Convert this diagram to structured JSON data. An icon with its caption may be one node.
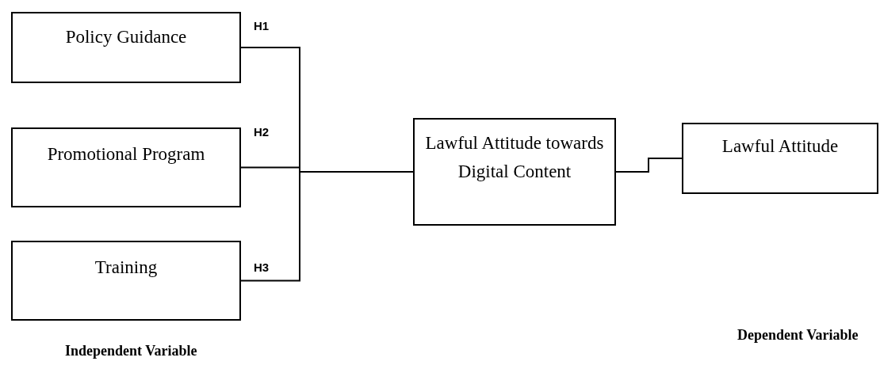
{
  "diagram": {
    "nodes": [
      {
        "text": [
          "Policy Guidance"
        ]
      },
      {
        "text": [
          "Promotional Program"
        ]
      },
      {
        "text": [
          "Training"
        ]
      },
      {
        "text": [
          "Lawful Attitude towards Digital Content"
        ]
      },
      {
        "text": [
          "Lawful Attitude"
        ]
      }
    ],
    "edges": [
      {
        "from": 0,
        "to": 3,
        "arrow": "none",
        "label": "H1"
      },
      {
        "from": 1,
        "to": 3,
        "arrow": "none",
        "label": "H2"
      },
      {
        "from": 2,
        "to": 3,
        "arrow": "none",
        "label": "H3"
      },
      {
        "from": 3,
        "to": 4,
        "arrow": "none"
      }
    ],
    "labels": [
      "Dependent Variable",
      "Independent Variable"
    ]
  }
}
